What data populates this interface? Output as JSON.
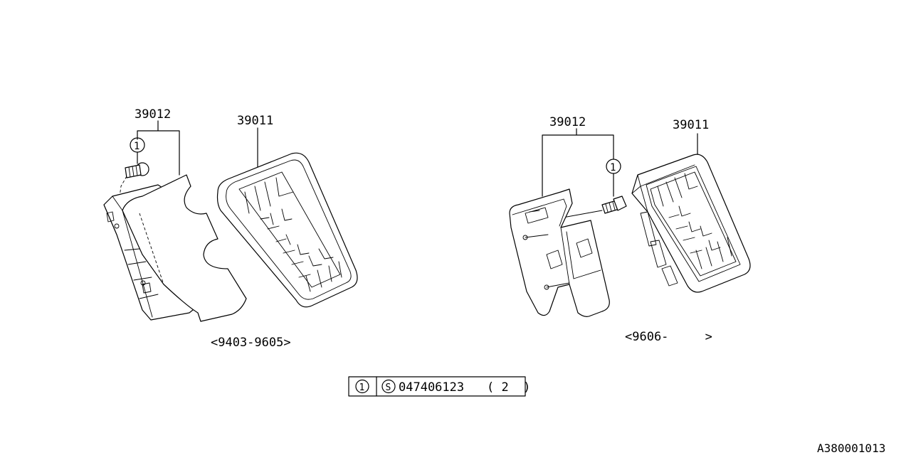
{
  "left_assembly": {
    "part_bracket": "39012",
    "part_pedal": "39011",
    "callout": "1",
    "date_range": "<9403-9605>"
  },
  "right_assembly": {
    "part_bracket": "39012",
    "part_pedal": "39011",
    "callout": "1",
    "date_range": "<9606-     >"
  },
  "legend": {
    "callout": "1",
    "symbol": "S",
    "part_number": "047406123",
    "quantity": "( 2  )"
  },
  "diagram_id": "A380001013"
}
